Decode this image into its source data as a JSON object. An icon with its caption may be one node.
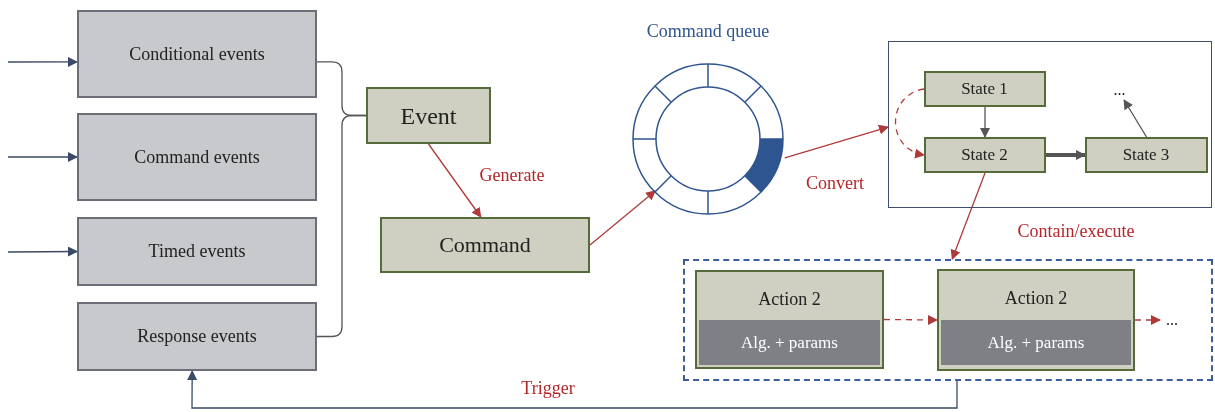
{
  "diagram": {
    "nodes": [
      {
        "text": [
          "Conditional events"
        ]
      },
      {
        "text": [
          "Command events"
        ]
      },
      {
        "text": [
          "Timed events"
        ]
      },
      {
        "text": [
          "Response events"
        ]
      },
      {
        "text": [
          "Event"
        ]
      },
      {
        "text": [
          "Command"
        ]
      },
      {
        "text": [
          "Command queue"
        ]
      },
      {
        "text": [],
        "shape": "box"
      },
      {
        "text": [
          "State 1"
        ],
        "in": 7
      },
      {
        "text": [
          "State 2"
        ],
        "in": 7
      },
      {
        "text": [
          "State 3"
        ],
        "in": 7
      },
      {
        "text": [
          "..."
        ],
        "in": 7
      },
      {
        "text": [],
        "shape": "box"
      },
      {
        "text": [
          "Action 2"
        ],
        "in": 12
      },
      {
        "text": [
          "Alg. + params"
        ],
        "in": 13
      },
      {
        "text": [
          "Action 2"
        ],
        "in": 12
      },
      {
        "text": [
          "Alg. + params"
        ],
        "in": 15
      },
      {
        "text": [
          "..."
        ],
        "in": 12
      }
    ],
    "edges": [
      {
        "from": null,
        "to": 0,
        "arrow": "to",
        "color": "#3b4a66"
      },
      {
        "from": null,
        "to": 1,
        "arrow": "to",
        "color": "#3b4a66"
      },
      {
        "from": null,
        "to": 2,
        "arrow": "to",
        "color": "#3b4a66"
      },
      {
        "from": 0,
        "to": 4,
        "arrow": "none",
        "color": "#555555"
      },
      {
        "from": 3,
        "to": 4,
        "arrow": "none",
        "color": "#555555"
      },
      {
        "from": 4,
        "to": 5,
        "arrow": "to",
        "label": "Generate"
      },
      {
        "from": 5,
        "to": 6,
        "arrow": "to"
      },
      {
        "from": 6,
        "to": 7,
        "arrow": "to",
        "label": "Convert"
      },
      {
        "from": 8,
        "to": 9,
        "arrow": "to",
        "style": "dashed"
      },
      {
        "from": 8,
        "to": 9,
        "arrow": "to",
        "color": "#555555"
      },
      {
        "from": 9,
        "to": 10,
        "arrow": "to",
        "style": "thick",
        "color": "#555555"
      },
      {
        "from": 10,
        "to": 11,
        "arrow": "to",
        "color": "#555555"
      },
      {
        "from": 9,
        "to": 12,
        "arrow": "to",
        "label": "Contain/execute"
      },
      {
        "from": 13,
        "to": 15,
        "arrow": "to",
        "style": "dashed"
      },
      {
        "from": 15,
        "to": 17,
        "arrow": "to",
        "style": "dashed"
      },
      {
        "from": 12,
        "to": 3,
        "arrow": "to",
        "label": "Trigger",
        "color": "#3b4a66"
      }
    ]
  }
}
